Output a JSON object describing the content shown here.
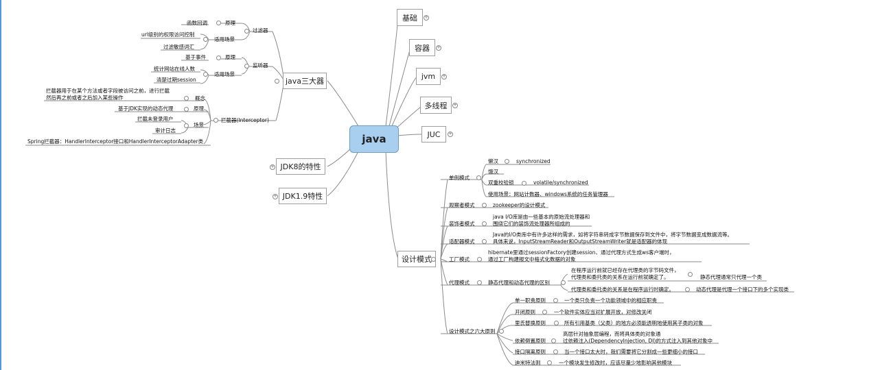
{
  "root": "java",
  "branches": {
    "jichu": "基础",
    "rongqi": "容器",
    "jvm": "jvm",
    "duoxiancheng": "多线程",
    "juc": "JUC",
    "sandaqi": "java三大器",
    "jdk8": "JDK8的特性",
    "jdk19": "JDK1.9特性",
    "sheji": "设计模式"
  },
  "sandaqi": {
    "filter": "过滤器",
    "filter_yuanli": "原理",
    "filter_yuanli_val": "函数回调",
    "filter_changjing": "适用场景",
    "filter_cj1": "url级别的权限访问控制",
    "filter_cj2": "过滤敏感词汇",
    "listener": "监听器",
    "listener_yuanli": "原理",
    "listener_yuanli_val": "基于事件",
    "listener_changjing": "适用场景",
    "listener_cj1": "统计网站在线人数",
    "listener_cj2": "清楚过期session",
    "interceptor": "拦截器(Interceptor)",
    "int_gainian": "概念",
    "int_gainian_val1": "拦截器用于在某个方法或者字段被访问之前，进行拦截",
    "int_gainian_val2": "然后再之前或者之后加入某些操作",
    "int_yuanli": "原理",
    "int_yuanli_val": "基于JDK实现的动态代理",
    "int_changjing": "场景",
    "int_cj1": "拦截未登录用户",
    "int_cj2": "审计日志",
    "int_spring": "Spring拦截器：HandlerInterceptor接口和HandlerInterceptorAdapter类"
  },
  "sheji": {
    "danli": "单例模式",
    "danli_1": "懒汉",
    "danli_1v": "synchronized",
    "danli_2": "饿汉",
    "danli_3": "双重校验锁",
    "danli_3v": "volatile/synchronized",
    "danli_4": "使用场景：网站计数器、windows系统的任务管理器",
    "guancha": "观察者模式",
    "guancha_v": "zookeeper的设计模式",
    "zhuangshi": "装饰者模式",
    "zhuangshi_v1": "java I/O库是由一些基本的原始流处理器和",
    "zhuangshi_v2": "围绕它们的装饰流处理器所组成的",
    "shipei": "适配器模式",
    "shipei_v1": "Java的I/O类库中有许多这样的需求，如将字符串转成字节数据保存到文件中，将字节数据变成数据流等。",
    "shipei_v2": "具体来说，InputStreamReader和OutputStreamWriter就是适配器的体现",
    "gongchang": "工厂模式",
    "gongchang_v1": "hibernate里通过sessionFactory创建session、通过代理方式生成ws客户端时，",
    "gongchang_v2": "通过工厂构建报文中格式化数据的对象",
    "daili": "代理模式",
    "daili_dt": "静态代理和动态代理的区别",
    "daili_s1": "在程序运行前就已经存在代理类的字节码文件，",
    "daili_s2": "代理类和委托类的关系在运行前就确定了。",
    "daili_sv": "静态代理通常只代理一个类",
    "daili_d1": "代理类和委托类的关系是在程序运行时确定。",
    "daili_dv": "动态代理是代理一个接口下的多个实现类",
    "liuda": "设计模式之六大原则",
    "p1": "单一职责原则",
    "p1v": "一个类只负责一个功能领域中的相应职责",
    "p2": "开闭原则",
    "p2v": "一个软件实体应当对扩展开放，对修改关闭",
    "p3": "里氏替换原则",
    "p3v": "所有引用基类（父类）的地方必须能透明地使用其子类的对象",
    "p4": "依赖倒置原则",
    "p4v1": "高层针对抽象层编程，而将具体类的对象通",
    "p4v2": "过依赖注入(DependencyInjection, DI)的方式注入到其他对象中",
    "p5": "接口隔离原则",
    "p5v": "当一个接口太大时，我们需要将它分割成一些更细小的接口",
    "p6": "迪米特法则",
    "p6v": "一个模块发生修改时，应该尽量少地影响其他模块"
  }
}
